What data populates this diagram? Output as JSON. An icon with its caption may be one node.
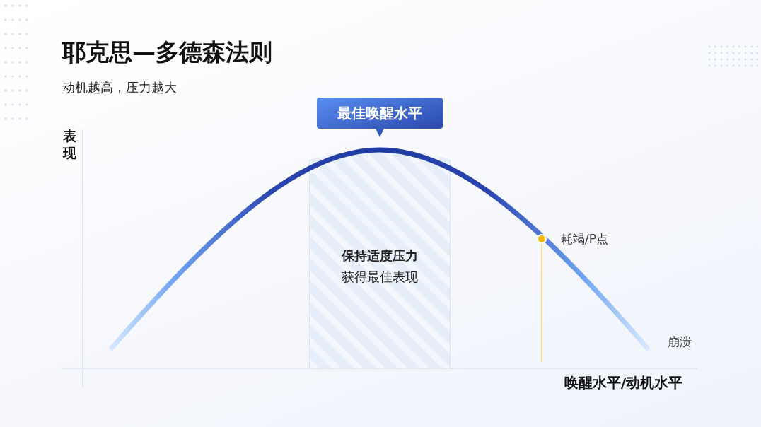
{
  "diagram": {
    "title": "耶克思—多德森法则",
    "nodes": [
      {
        "text": [
          "最佳唤醒水平"
        ]
      },
      {
        "text": [
          "保持适度压力",
          "获得最佳表现"
        ]
      },
      {
        "text": [],
        "shape": "circle",
        "beside": [
          "耗竭/P点"
        ]
      }
    ],
    "labels": [
      "动机越高，压力越大",
      "表现",
      "崩溃",
      "唤醒水平/动机水平"
    ]
  }
}
